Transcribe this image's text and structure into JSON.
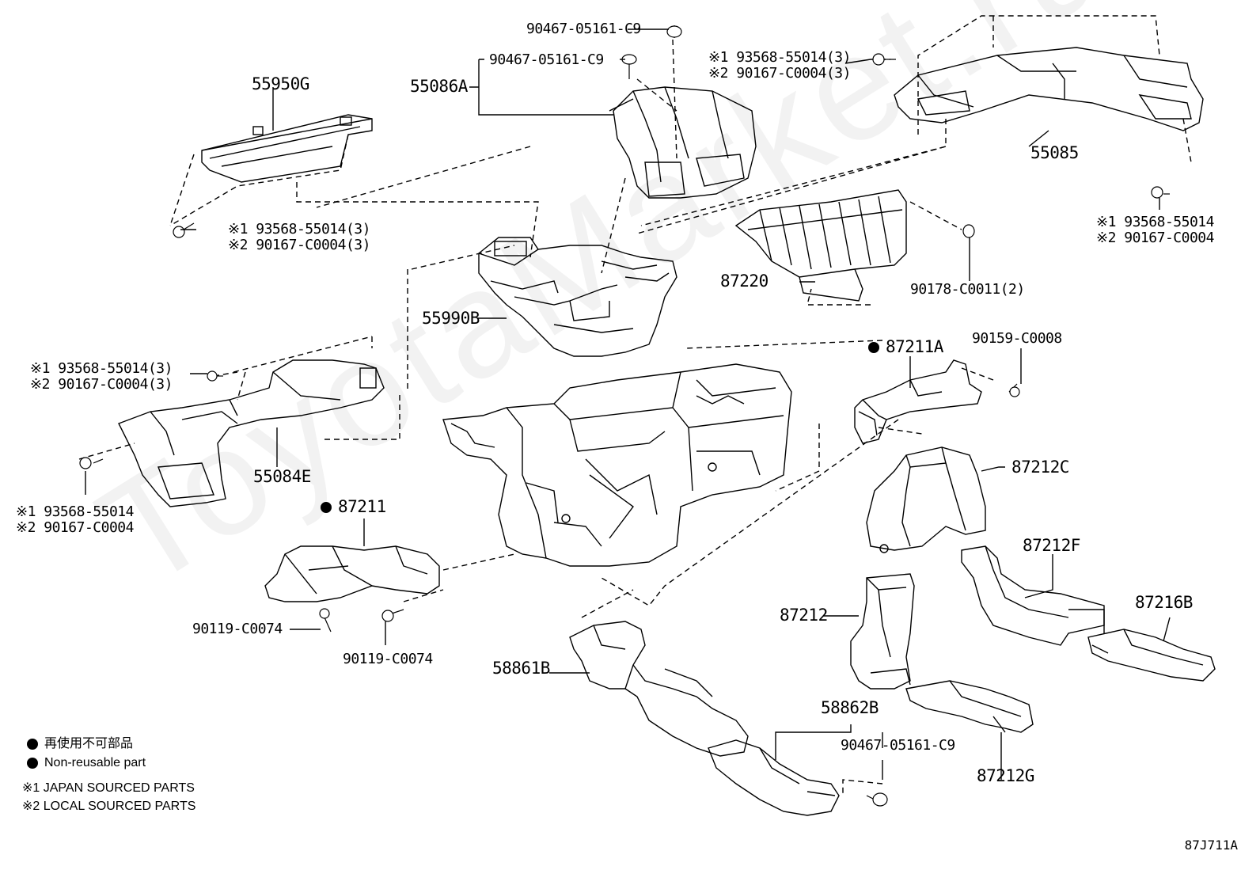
{
  "diagram_code": "87J711A",
  "watermark": "ToyotaMarket.ru",
  "legend": {
    "non_reusable_jp": "再使用不可部品",
    "non_reusable_en": "Non-reusable part",
    "note1": "※1 JAPAN SOURCED PARTS",
    "note2": "※2 LOCAL SOURCED PARTS"
  },
  "parts": {
    "p55950G": "55950G",
    "p55950G_f1": "※1 93568-55014(3)",
    "p55950G_f2": "※2 90167-C0004(3)",
    "p55086A": "55086A",
    "p90467_top": "90467-05161-C9",
    "p90467_mid": "90467-05161-C9",
    "p55085_f1": "※1 93568-55014(3)",
    "p55085_f2": "※2 90167-C0004(3)",
    "p55085": "55085",
    "p55085_b1": "※1 93568-55014",
    "p55085_b2": "※2 90167-C0004",
    "p87220": "87220",
    "p90178": "90178-C0011(2)",
    "p55990B": "55990B",
    "p87211A": "87211A",
    "p90159": "90159-C0008",
    "p55084E_f1": "※1 93568-55014(3)",
    "p55084E_f2": "※2 90167-C0004(3)",
    "p55084E": "55084E",
    "p55084E_b1": "※1 93568-55014",
    "p55084E_b2": "※2 90167-C0004",
    "p87211": "87211",
    "p90119_a": "90119-C0074",
    "p90119_b": "90119-C0074",
    "p87212C": "87212C",
    "p87212F": "87212F",
    "p87212": "87212",
    "p87216B": "87216B",
    "p58861B": "58861B",
    "p58862B": "58862B",
    "p90467_bot": "90467-05161-C9",
    "p87212G": "87212G"
  }
}
